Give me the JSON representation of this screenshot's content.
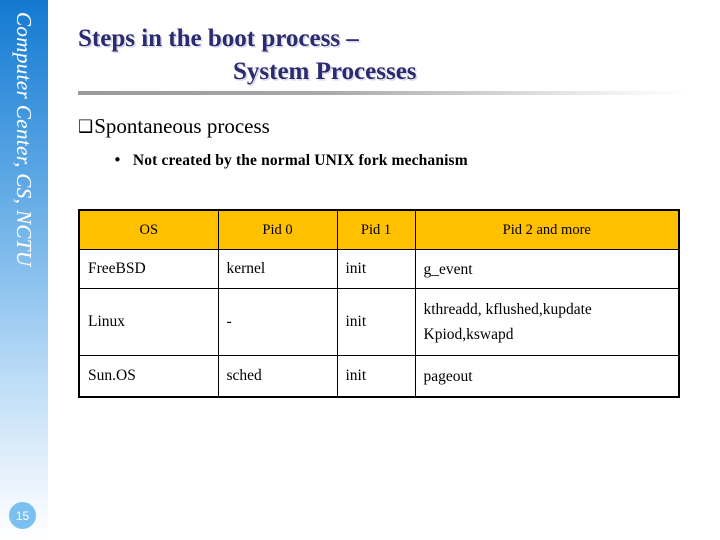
{
  "sidebar": {
    "label": "Computer Center, CS, NCTU",
    "page_number": "15",
    "gradient_top_color": "#1379d0",
    "badge_color": "#7cc0f2"
  },
  "title": {
    "line1": "Steps in the boot process –",
    "line2": "System Processes",
    "color": "#2b2b6f"
  },
  "content": {
    "bullet1": {
      "marker": "❑",
      "text": "Spontaneous process"
    },
    "bullet2": {
      "marker": "•",
      "text": "Not created by the normal UNIX fork mechanism"
    }
  },
  "table": {
    "header_bg": "#ffc000",
    "headers": [
      "OS",
      "Pid 0",
      "Pid 1",
      "Pid 2 and more"
    ],
    "rows": [
      {
        "os": "FreeBSD",
        "pid0": "kernel",
        "pid1": "init",
        "pid2_line1": "g_event",
        "pid2_line2": ""
      },
      {
        "os": "Linux",
        "pid0": "-",
        "pid1": "init",
        "pid2_line1": "kthreadd, kflushed,kupdate",
        "pid2_line2": "Kpiod,kswapd"
      },
      {
        "os": "Sun.OS",
        "pid0": "sched",
        "pid1": "init",
        "pid2_line1": "pageout",
        "pid2_line2": ""
      }
    ]
  }
}
